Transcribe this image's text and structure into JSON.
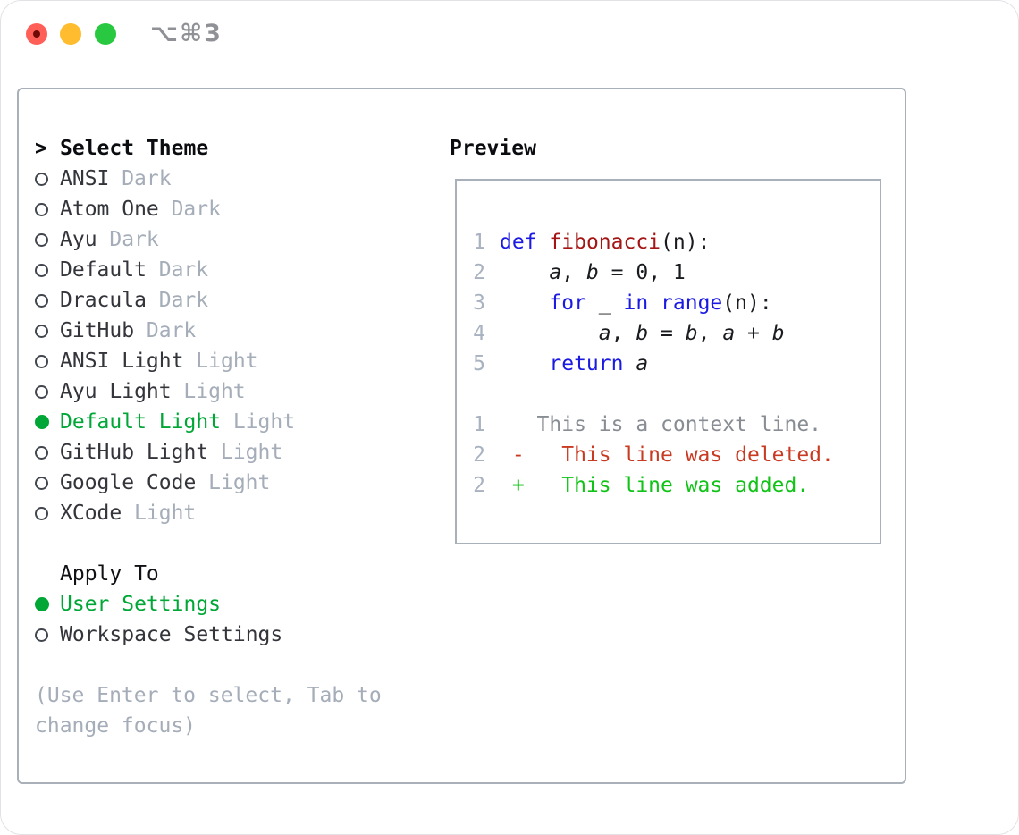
{
  "window": {
    "titlebar": {
      "shortcut": "⌥⌘3",
      "traffic_lights": [
        {
          "name": "close",
          "color": "#ff5f57"
        },
        {
          "name": "minimize",
          "color": "#febc2e"
        },
        {
          "name": "zoom",
          "color": "#28c840"
        }
      ]
    }
  },
  "theme_picker": {
    "prompt": ">",
    "title": "Select Theme",
    "items": [
      {
        "name": "ANSI",
        "variant": "Dark",
        "selected": false
      },
      {
        "name": "Atom One",
        "variant": "Dark",
        "selected": false
      },
      {
        "name": "Ayu",
        "variant": "Dark",
        "selected": false
      },
      {
        "name": "Default",
        "variant": "Dark",
        "selected": false
      },
      {
        "name": "Dracula",
        "variant": "Dark",
        "selected": false
      },
      {
        "name": "GitHub",
        "variant": "Dark",
        "selected": false
      },
      {
        "name": "ANSI Light",
        "variant": "Light",
        "selected": false
      },
      {
        "name": "Ayu Light",
        "variant": "Light",
        "selected": false
      },
      {
        "name": "Default Light",
        "variant": "Light",
        "selected": true
      },
      {
        "name": "GitHub Light",
        "variant": "Light",
        "selected": false
      },
      {
        "name": "Google Code",
        "variant": "Light",
        "selected": false
      },
      {
        "name": "XCode",
        "variant": "Light",
        "selected": false
      }
    ]
  },
  "apply_to": {
    "title": "Apply To",
    "options": [
      {
        "label": "User Settings",
        "selected": true
      },
      {
        "label": "Workspace Settings",
        "selected": false
      }
    ]
  },
  "hint": "(Use Enter to select, Tab to change focus)",
  "preview": {
    "title": "Preview",
    "lines": [
      {
        "ln": "1",
        "segs": [
          {
            "c": "kw",
            "t": "def"
          },
          {
            "c": "tx",
            "t": " "
          },
          {
            "c": "fn",
            "t": "fibonacci"
          },
          {
            "c": "tx",
            "t": "(n):"
          }
        ]
      },
      {
        "ln": "2",
        "segs": [
          {
            "c": "tx",
            "t": "    "
          },
          {
            "c": "var",
            "t": "a"
          },
          {
            "c": "tx",
            "t": ", "
          },
          {
            "c": "var",
            "t": "b"
          },
          {
            "c": "tx",
            "t": " = 0, 1"
          }
        ]
      },
      {
        "ln": "3",
        "segs": [
          {
            "c": "tx",
            "t": "    "
          },
          {
            "c": "kw",
            "t": "for"
          },
          {
            "c": "tx",
            "t": " _ "
          },
          {
            "c": "kw",
            "t": "in"
          },
          {
            "c": "tx",
            "t": " "
          },
          {
            "c": "kw",
            "t": "range"
          },
          {
            "c": "tx",
            "t": "(n):"
          }
        ]
      },
      {
        "ln": "4",
        "segs": [
          {
            "c": "tx",
            "t": "        "
          },
          {
            "c": "var",
            "t": "a"
          },
          {
            "c": "tx",
            "t": ", "
          },
          {
            "c": "var",
            "t": "b"
          },
          {
            "c": "tx",
            "t": " = "
          },
          {
            "c": "var",
            "t": "b"
          },
          {
            "c": "tx",
            "t": ", "
          },
          {
            "c": "var",
            "t": "a"
          },
          {
            "c": "tx",
            "t": " + "
          },
          {
            "c": "var",
            "t": "b"
          }
        ]
      },
      {
        "ln": "5",
        "segs": [
          {
            "c": "tx",
            "t": "    "
          },
          {
            "c": "kw",
            "t": "return"
          },
          {
            "c": "tx",
            "t": " "
          },
          {
            "c": "var",
            "t": "a"
          }
        ]
      },
      {
        "ln": "",
        "segs": []
      },
      {
        "ln": "1",
        "segs": [
          {
            "c": "ctx",
            "t": "   This is a context line."
          }
        ]
      },
      {
        "ln": "2",
        "segs": [
          {
            "c": "del",
            "t": " -   This line was deleted."
          }
        ]
      },
      {
        "ln": "2",
        "segs": [
          {
            "c": "add",
            "t": " +   This line was added."
          }
        ]
      }
    ]
  },
  "colors": {
    "selected_green": "#00a737",
    "keyword_blue": "#1b1ae2",
    "function_red": "#a41515",
    "deleted_red": "#c93a22",
    "added_green": "#10c316",
    "muted_gray": "#a5adb9",
    "context_gray": "#888d94",
    "border_gray": "#a9b0ba"
  }
}
